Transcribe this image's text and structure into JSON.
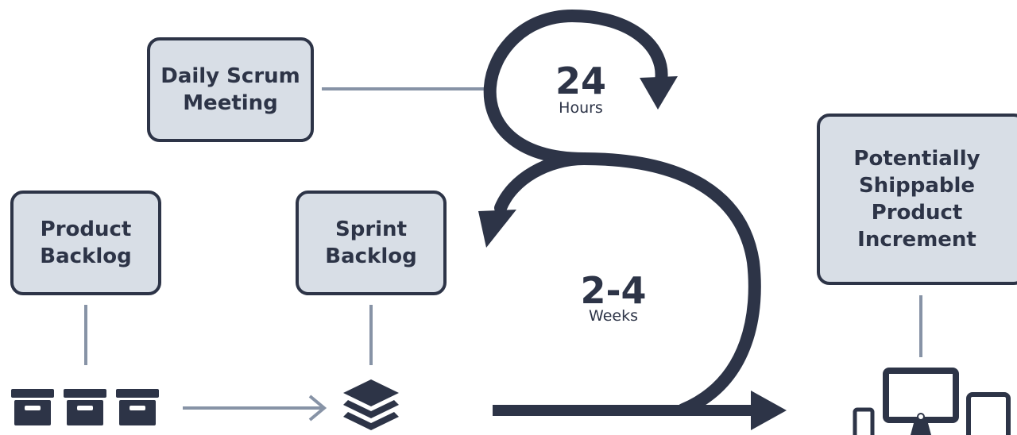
{
  "boxes": {
    "daily_scrum": [
      "Daily Scrum",
      "Meeting"
    ],
    "product_backlog": [
      "Product",
      "Backlog"
    ],
    "sprint_backlog": [
      "Sprint",
      "Backlog"
    ],
    "increment": [
      "Potentially",
      "Shippable",
      "Product",
      "Increment"
    ]
  },
  "loops": {
    "daily": {
      "value": "24",
      "unit": "Hours"
    },
    "sprint": {
      "value": "2-4",
      "unit": "Weeks"
    }
  },
  "colors": {
    "dark": "#2d3447",
    "box_fill": "#d8dee6",
    "connector": "#8793a6"
  },
  "icons": [
    "archive-box-icon",
    "layers-stack-icon",
    "smartphone-icon",
    "desktop-monitor-icon",
    "tablet-icon"
  ]
}
